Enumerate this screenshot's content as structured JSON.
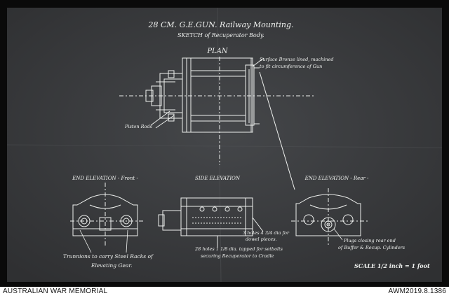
{
  "drawing": {
    "title": "28 CM. G.E.GUN. Railway Mounting.",
    "subtitle": "SKETCH of Recuperator Body.",
    "plan_label": "PLAN",
    "plan_note_line1": "Surface Bronze lined, machined",
    "plan_note_line2": "to fit circumference of Gun",
    "piston_rods": "Piston Rods",
    "end_front_label": "END ELEVATION - Front -",
    "side_label": "SIDE ELEVATION",
    "end_rear_label": "END ELEVATION - Rear -",
    "trunnions_line1": "Trunnions to carry Steel Racks of",
    "trunnions_line2": "Elevating Gear.",
    "holes1_line1": "3 holes 4 3/4 dia for",
    "holes1_line2": "dowel pieces.",
    "holes2_line1": "28 holes 1 1/8 dia. tapped for setbolts",
    "holes2_line2": "securing Recuperator to Cradle",
    "plugs_line1": "Plugs closing rear end",
    "plugs_line2": "of Buffer & Recup. Cylinders",
    "scale": "SCALE 1/2 inch = 1 foot"
  },
  "footer": {
    "left": "AUSTRALIAN WAR MEMORIAL",
    "right": "AWM2019.8.1386"
  },
  "colors": {
    "paper": "#3a3b3d",
    "ink": "#eef0ee",
    "frame": "#0a0a0a"
  }
}
